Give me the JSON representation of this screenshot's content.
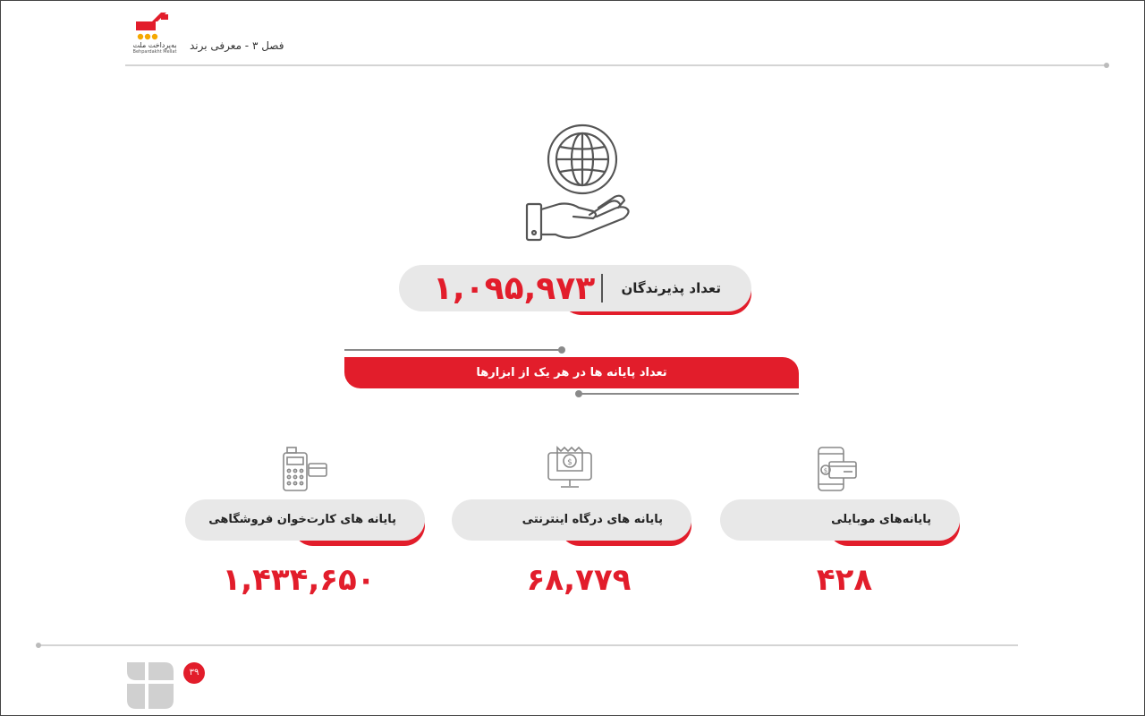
{
  "header": {
    "logo_text": "به‌پرداخت ملت",
    "logo_subtext": "Behpardakht Mellat",
    "chapter_title": "فصل ۳ - معرفی برند"
  },
  "merchants": {
    "label": "تعداد پذیرندگان",
    "value": "۱,۰۹۵,۹۷۳"
  },
  "banner": {
    "title": "تعداد پایانه ها در هر یک از ابزارها"
  },
  "categories": [
    {
      "label": "پایانه های کارت‌خوان فروشگاهی",
      "value": "۱,۴۳۴,۶۵۰",
      "icon": "pos-terminal-icon"
    },
    {
      "label": "پایانه های درگاه اینترنتی",
      "value": "۶۸,۷۷۹",
      "icon": "internet-gateway-icon"
    },
    {
      "label": "پایانه‌های موبایلی",
      "value": "۴۲۸",
      "icon": "mobile-payment-icon"
    }
  ],
  "footer": {
    "page_number": "۳۹"
  },
  "colors": {
    "accent": "#e21d2b",
    "pill": "#e8e8e8",
    "logo_yellow": "#f5a800"
  }
}
